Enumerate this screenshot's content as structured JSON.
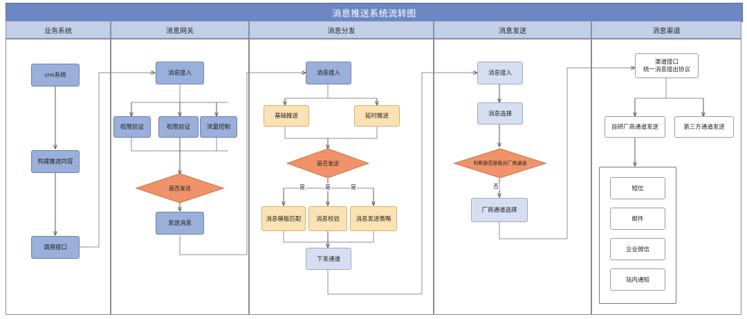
{
  "title": "消息推送系统流转图",
  "colors": {
    "title_bar": "#6d86c4",
    "lane_header": "#c3cfe8",
    "node_blue": "#9aafd9",
    "node_light_blue": "#d6dff1",
    "node_cream": "#fbe2b4",
    "decision_orange": "#f0936a",
    "connector": "#555555"
  },
  "lanes": [
    {
      "id": "business",
      "label": "业务系统"
    },
    {
      "id": "gateway",
      "label": "消息网关"
    },
    {
      "id": "dispatch",
      "label": "消息分发"
    },
    {
      "id": "send",
      "label": "消息发送"
    },
    {
      "id": "channel",
      "label": "消息渠道"
    }
  ],
  "nodes": {
    "crm": "crm系统",
    "build_content": "构建推送内容",
    "call_api": "调用接口",
    "gw_ingest": "消息接入",
    "gw_auth1": "权限验证",
    "gw_auth2": "权限验证",
    "gw_flow": "流量控制",
    "gw_decide": "是否发送",
    "gw_send": "发送消息",
    "dp_ingest": "消息接入",
    "dp_basic": "基础推送",
    "dp_delay": "延时推送",
    "dp_decide": "是否发送",
    "dp_tpl": "消息模板匹配",
    "dp_check": "消息校验",
    "dp_policy": "消息发送策略",
    "dp_out": "下发通道",
    "sd_ingest": "消息接入",
    "sd_select": "消息选择",
    "sd_decide": "判断是否是极光厂商通道",
    "sd_vendor": "厂商通道选择",
    "ch_api_line1": "渠道接口",
    "ch_api_line2": "统一消息接出协议",
    "ch_self": "自研厂商通道发送",
    "ch_third": "第三方通道发送",
    "ch_sms": "短信",
    "ch_mail": "邮件",
    "ch_wework": "企业微信",
    "ch_inapp": "站内通知"
  },
  "edge_labels": {
    "dp_yes_1": "是",
    "dp_yes_2": "是",
    "dp_yes_3": "是",
    "sd_no": "否"
  }
}
